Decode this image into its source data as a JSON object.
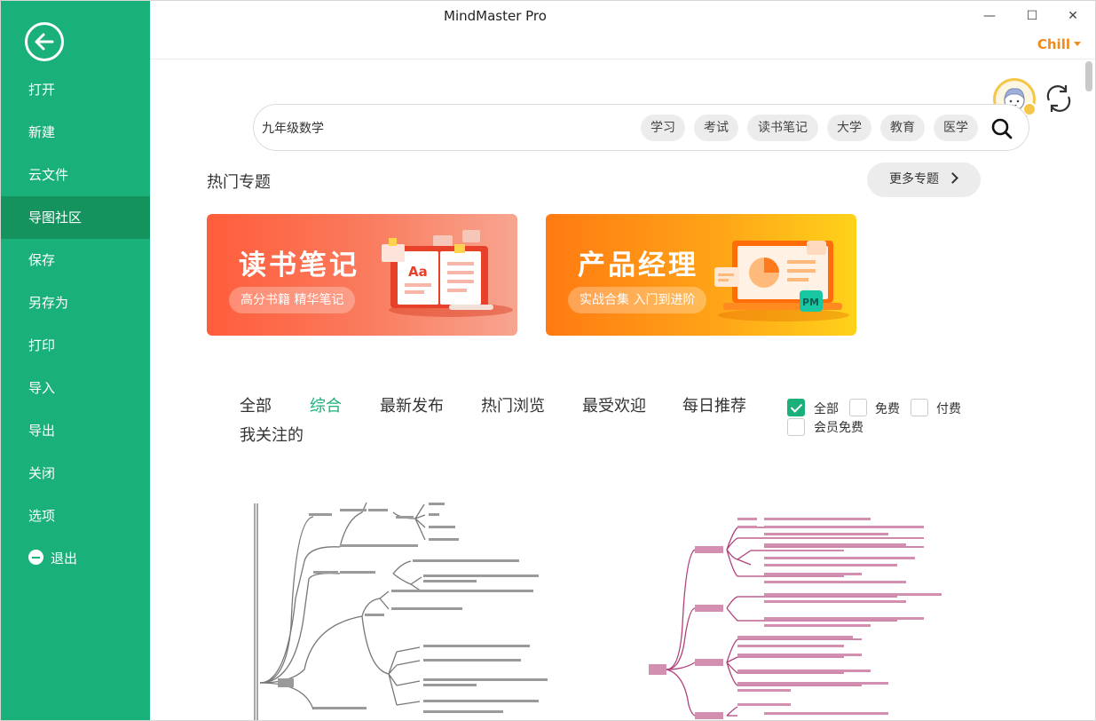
{
  "window": {
    "title": "MindMaster Pro",
    "controls": {
      "minimize": "—",
      "maximize": "☐",
      "close": "✕"
    },
    "user_name": "Chill"
  },
  "sidebar": {
    "back_icon": "arrow-left-circle-icon",
    "items": [
      {
        "label": "打开"
      },
      {
        "label": "新建"
      },
      {
        "label": "云文件"
      },
      {
        "label": "导图社区",
        "active": true
      },
      {
        "label": "保存"
      },
      {
        "label": "另存为"
      },
      {
        "label": "打印"
      },
      {
        "label": "导入"
      },
      {
        "label": "导出"
      },
      {
        "label": "关闭"
      },
      {
        "label": "选项"
      },
      {
        "label": "退出",
        "icon": "minus-circle-icon"
      }
    ]
  },
  "search": {
    "value": "九年级数学",
    "tags": [
      "学习",
      "考试",
      "读书笔记",
      "大学",
      "教育",
      "医学"
    ]
  },
  "hot_topics": {
    "title": "热门专题",
    "more_label": "更多专题",
    "banners": [
      {
        "title": "读书笔记",
        "subtitle": "高分书籍 精华笔记"
      },
      {
        "title": "产品经理",
        "subtitle": "实战合集 入门到进阶",
        "badge": "PM"
      }
    ]
  },
  "filters": {
    "tabs": [
      "全部",
      "综合",
      "最新发布",
      "热门浏览",
      "最受欢迎",
      "每日推荐",
      "我关注的"
    ],
    "active_tab": "综合",
    "price_options": [
      {
        "label": "全部",
        "checked": true
      },
      {
        "label": "免费",
        "checked": false
      },
      {
        "label": "付费",
        "checked": false
      },
      {
        "label": "会员免费",
        "checked": false
      }
    ]
  },
  "colors": {
    "sidebar": "#1ab079",
    "sidebar_active": "#14935f",
    "accent_user": "#f08a1c",
    "map_line_1": "#666666",
    "map_line_2": "#b0407a"
  }
}
